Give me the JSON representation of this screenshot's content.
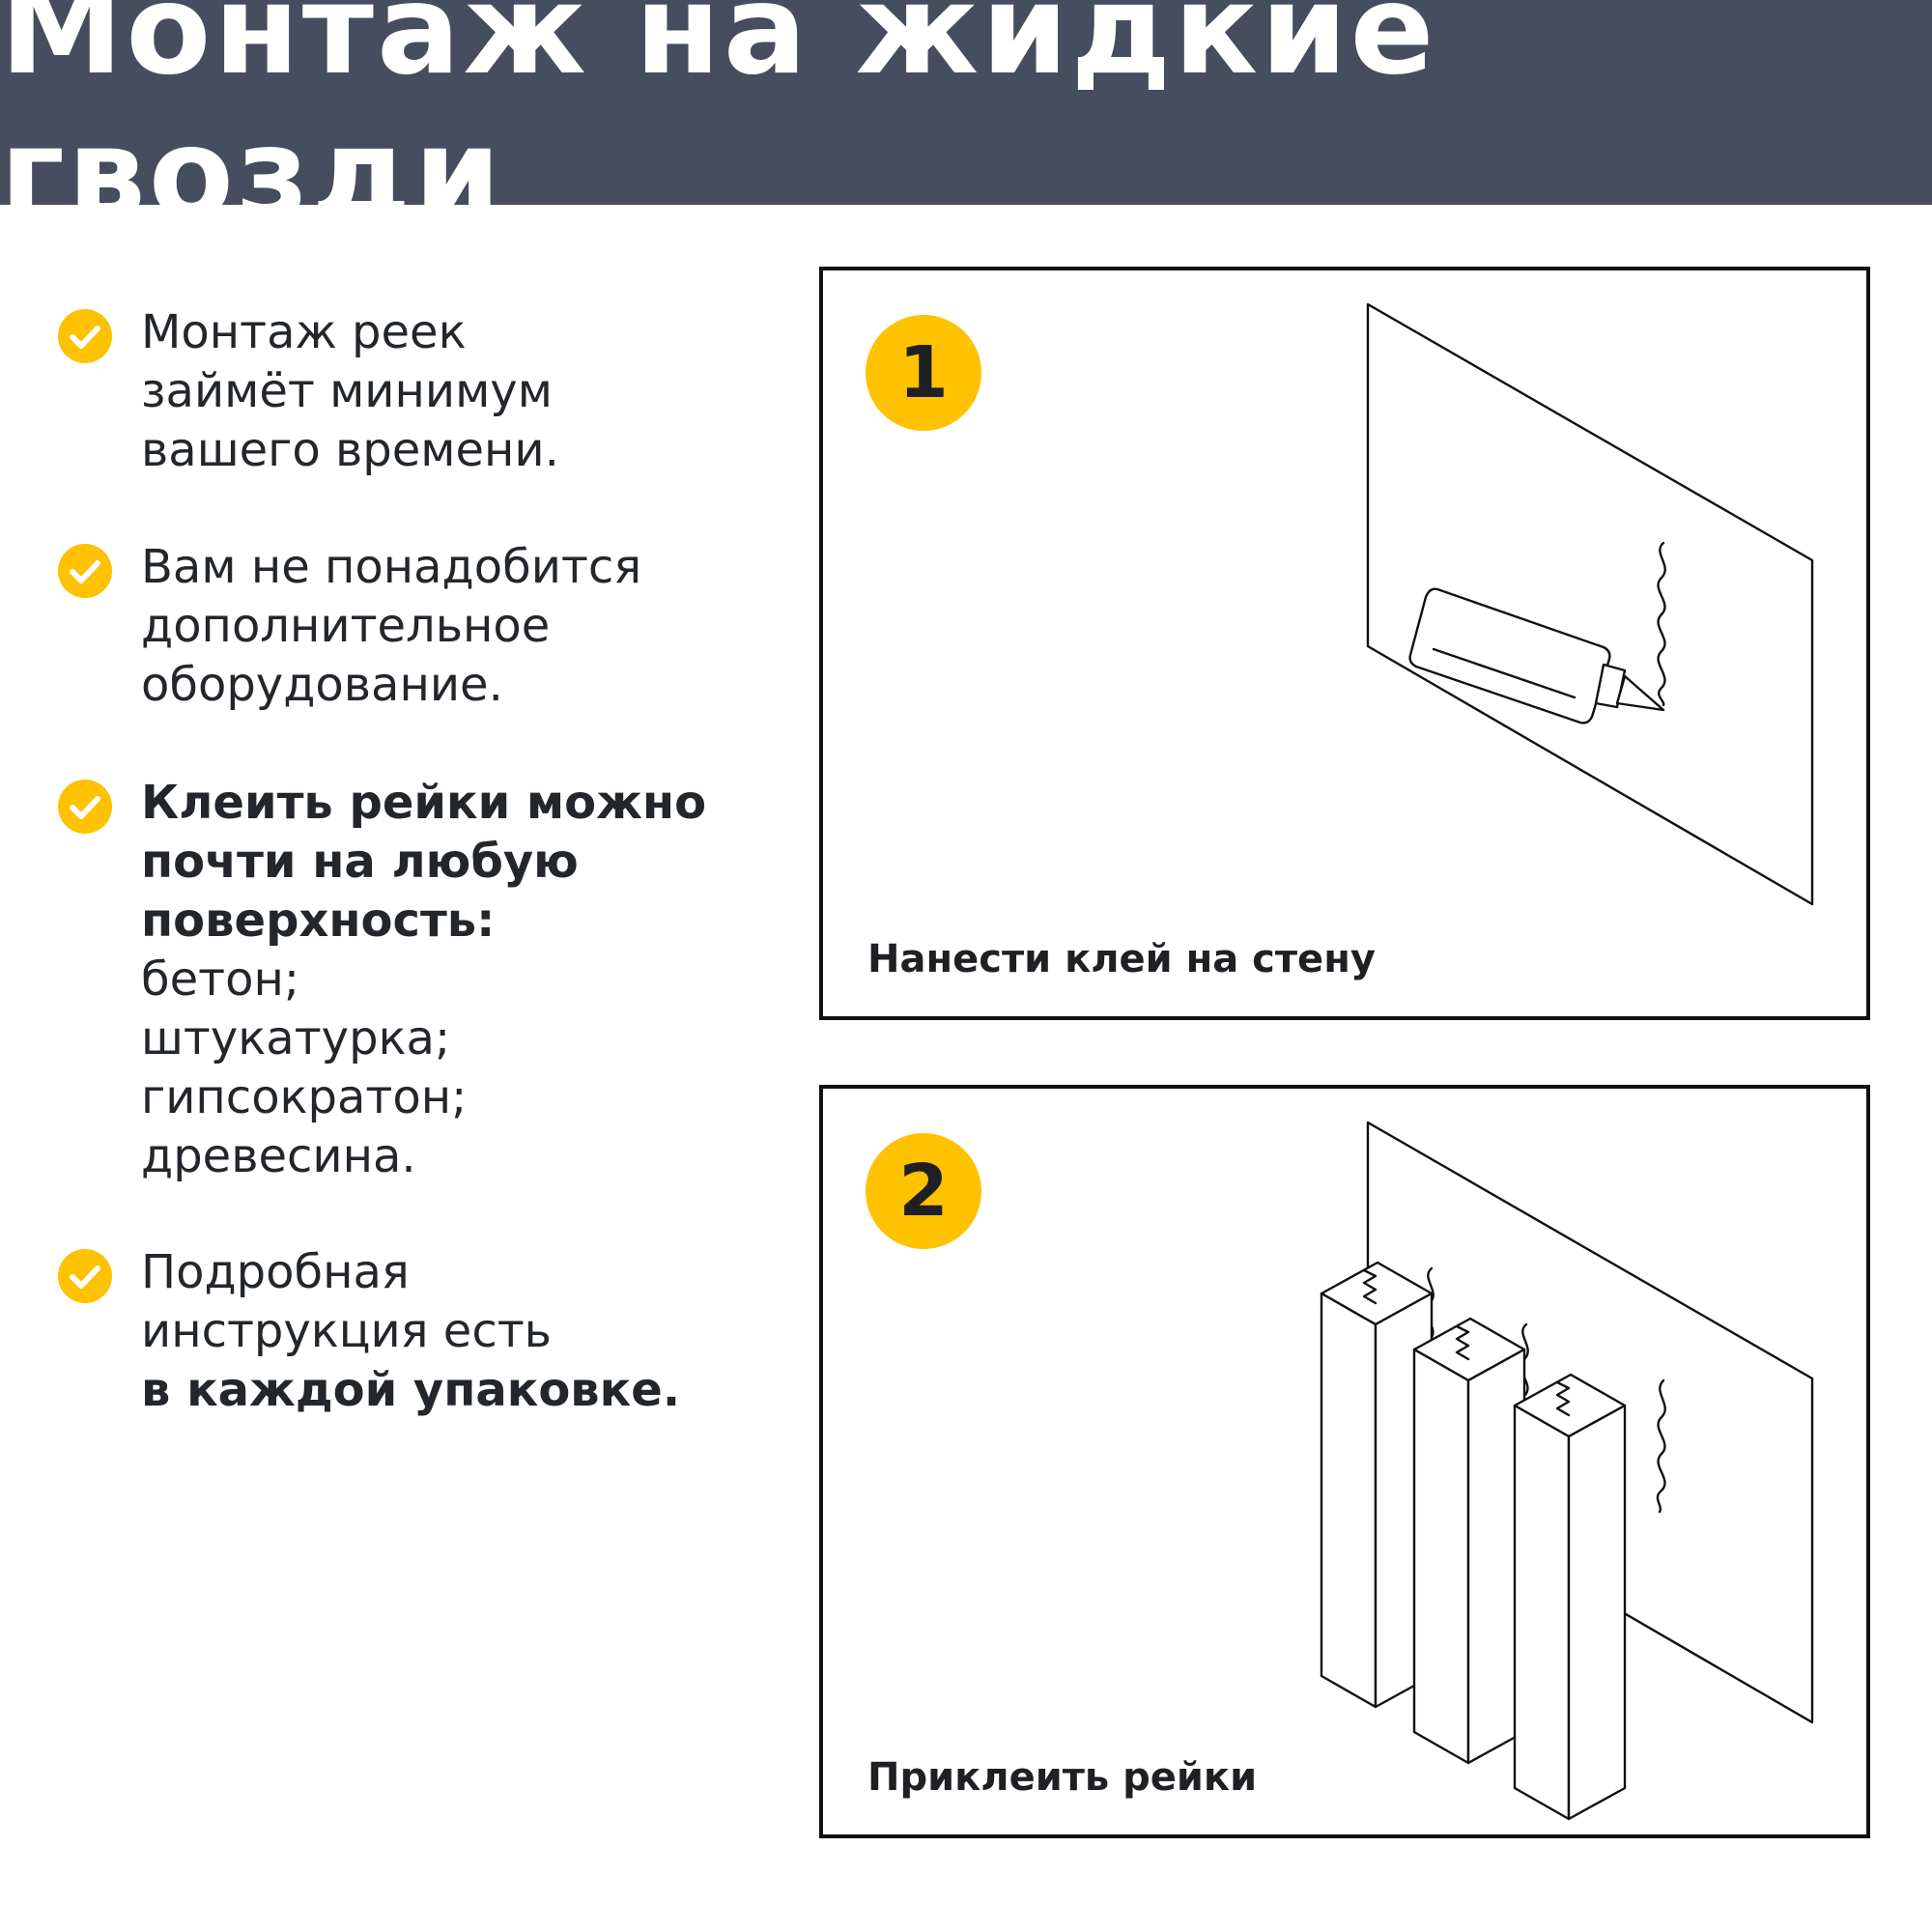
{
  "header": {
    "title": "Монтаж на жидкие гвозди"
  },
  "features": [
    {
      "lines": [
        "Монтаж реек",
        "займёт минимум",
        "вашего времени."
      ]
    },
    {
      "lines": [
        "Вам не понадобится",
        "дополнительное",
        "оборудование."
      ]
    },
    {
      "bold_lines": [
        "Клеить рейки можно",
        "почти на любую",
        "поверхность:"
      ],
      "lines": [
        "бетон;",
        "штукатурка;",
        "гипсократон;",
        "древесина."
      ]
    },
    {
      "lines": [
        "Подробная",
        "инструкция есть"
      ],
      "bold_lines": [
        "в каждой упаковке."
      ]
    }
  ],
  "steps": [
    {
      "number": "1",
      "caption": "Нанести клей на стену"
    },
    {
      "number": "2",
      "caption": "Приклеить рейки"
    }
  ],
  "colors": {
    "header_bg": "#454d5e",
    "accent": "#fec200",
    "text": "#23262b"
  },
  "icons": {
    "bullet": "check-circle-icon"
  }
}
